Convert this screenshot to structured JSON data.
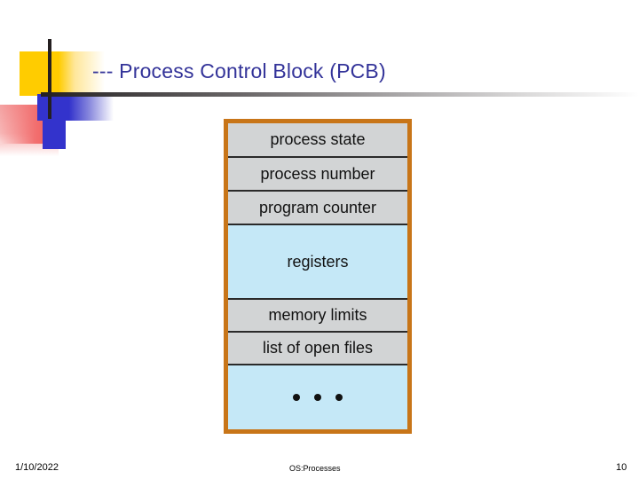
{
  "slide": {
    "title": "--- Process Control Block (PCB)",
    "title_color": "#333399"
  },
  "decoration": {
    "name": "powerpoint-corner-motif",
    "colors": {
      "yellow": "#FFCC00",
      "blue": "#3333CC",
      "red": "#F27070",
      "rule": "#241f20"
    }
  },
  "diagram": {
    "name": "process-control-block",
    "border_color": "#C87518",
    "gray": "#D2D4D5",
    "blue": "#C5E8F7",
    "rows": [
      {
        "label": "process state",
        "fill": "gray"
      },
      {
        "label": "process number",
        "fill": "gray"
      },
      {
        "label": "program counter",
        "fill": "gray"
      },
      {
        "label": "registers",
        "fill": "blue"
      },
      {
        "label": "memory limits",
        "fill": "gray"
      },
      {
        "label": "list of open files",
        "fill": "gray"
      },
      {
        "label": "• • •",
        "fill": "blue"
      }
    ]
  },
  "footer": {
    "date": "1/10/2022",
    "topic": "OS:Processes",
    "page": "10"
  }
}
